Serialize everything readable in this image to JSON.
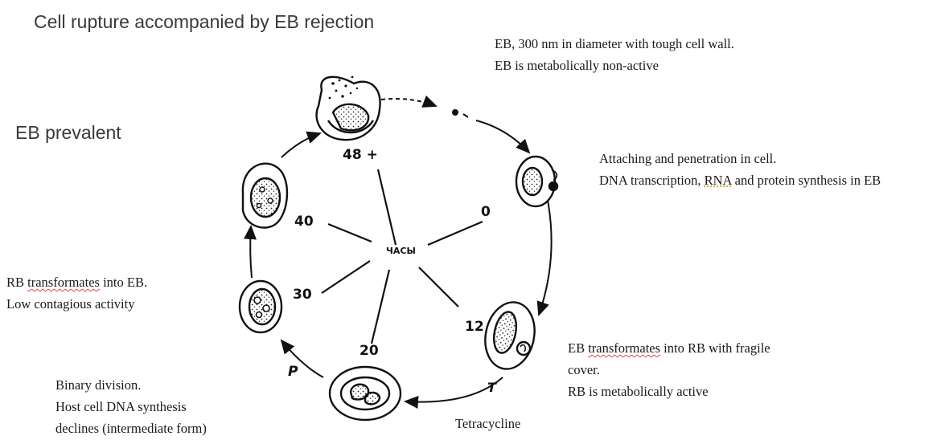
{
  "title": "Cell rupture accompanied by EB rejection",
  "eb_prevalent": "EB prevalent",
  "center_label": "ЧАСЫ",
  "hours": {
    "h0": "0",
    "h12": "12",
    "h20": "20",
    "h30": "30",
    "h40": "40",
    "h48": "48 +"
  },
  "letters": {
    "t": "T",
    "p": "P"
  },
  "notes": {
    "eb_desc": {
      "line1": "EB, 300 nm in diameter with tough cell wall.",
      "line2": "EB is metabolically non-active"
    },
    "attach": {
      "line1": "Attaching and penetration in cell.",
      "line2_pre": "DNA transcription, ",
      "line2_rna": "RNA",
      "line2_post": " and protein synthesis in EB"
    },
    "eb_to_rb": {
      "line1_pre": "EB ",
      "line1_word": "transformates",
      "line1_post": " into RB with fragile",
      "line2": "cover.",
      "line3": "RB is metabolically active"
    },
    "tetracycline": "Tetracycline",
    "binary": {
      "line1": "Binary division.",
      "line2": "Host cell DNA synthesis",
      "line3": "declines (intermediate form)"
    },
    "rb_to_eb": {
      "line1_pre": "RB ",
      "line1_word": "transformates",
      "line1_post": " into EB.",
      "line2": "Low contagious activity"
    }
  }
}
